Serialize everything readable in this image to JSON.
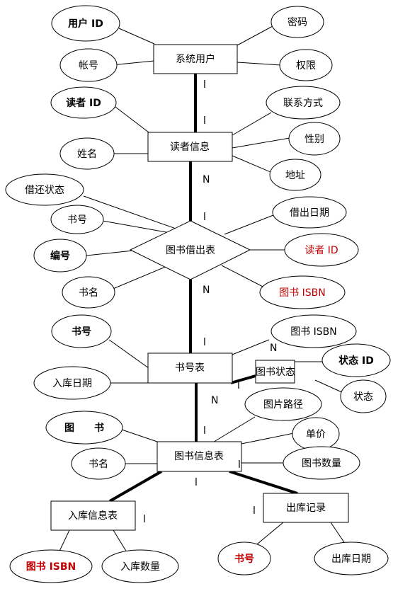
{
  "entities": {
    "system_user": "系统用户",
    "reader_info": "读者信息",
    "borrow_table": "图书借出表",
    "booknum_table": "书号表",
    "book_status": "图书状态",
    "book_info_table": "图书信息表",
    "in_info_table": "入库信息表",
    "out_record": "出库记录"
  },
  "attributes": {
    "user_id": "用户 ID",
    "password": "密码",
    "account": "帐号",
    "permission": "权限",
    "reader_id": "读者 ID",
    "contact": "联系方式",
    "gender": "性别",
    "name": "姓名",
    "address": "地址",
    "borrow_status": "借还状态",
    "book_no_a": "书号",
    "borrow_date": "借出日期",
    "number": "编号",
    "reader_id_fk": "读者 ID",
    "book_name_a": "书名",
    "book_isbn_fk": "图书 ISBN",
    "book_no_b": "书号",
    "book_isbn_b": "图书 ISBN",
    "status_id": "状态 ID",
    "in_date": "入库日期",
    "status": "状态",
    "image_path": "图片路径",
    "book_pk": "图　　书",
    "unit_price": "单价",
    "book_name_b": "书名",
    "book_qty": "图书数量",
    "book_isbn_c": "图书 ISBN",
    "in_qty": "入库数量",
    "book_no_c": "书号",
    "out_date": "出库日期"
  },
  "cardinality": {
    "one_1": "l",
    "one_2": "l",
    "n_1": "N",
    "one_3": "l",
    "n_2": "N",
    "one_4": "l",
    "n_3": "N",
    "n_4": "N",
    "one_5": "l",
    "one_6": "l",
    "one_7": "l",
    "one_8": "l",
    "one_9": "l"
  },
  "colors": {
    "foreign_key": "#c00000",
    "line": "#000000"
  }
}
